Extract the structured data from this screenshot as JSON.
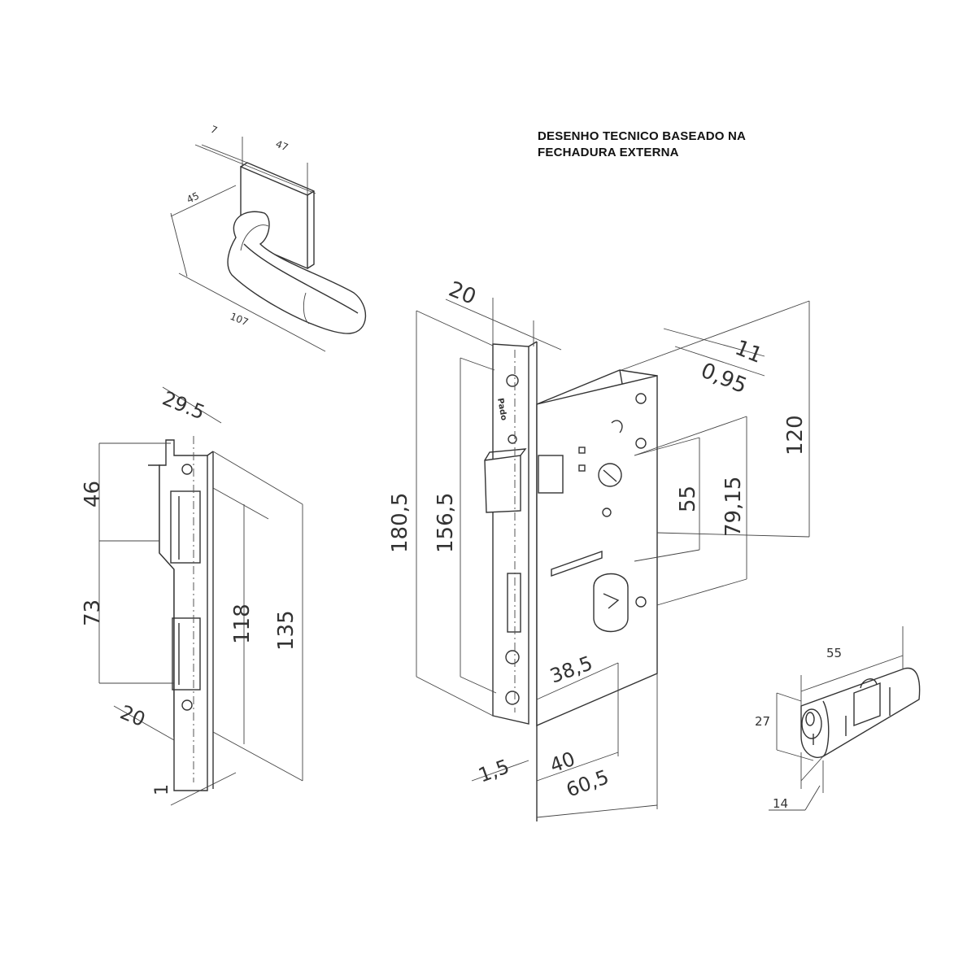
{
  "title": {
    "line1": "DESENHO TECNICO BASEADO NA",
    "line2": "FECHADURA EXTERNA"
  },
  "handle": {
    "dims": {
      "rose_thickness": "7",
      "rose_width": "47",
      "projection": "45",
      "length": "107"
    }
  },
  "strike_plate": {
    "dims": {
      "width": "29.5",
      "upper": "46",
      "lower": "73",
      "inner_height": "118",
      "total_height": "135",
      "depth": "20",
      "thickness": "1"
    }
  },
  "lock_body": {
    "brand": "Pado",
    "dims": {
      "faceplate_width": "20",
      "body_thickness": "11",
      "case_thickness": "0,95",
      "faceplate_height": "180,5",
      "faceplate_inner": "156,5",
      "body_height": "120",
      "handle_to_cylinder": "55",
      "cylinder_offset": "79,15",
      "backset_label": "38,5",
      "plate_thickness": "1,5",
      "backset": "40",
      "total_depth": "60,5"
    }
  },
  "cylinder": {
    "dims": {
      "length": "55",
      "height": "27",
      "width": "14"
    }
  }
}
